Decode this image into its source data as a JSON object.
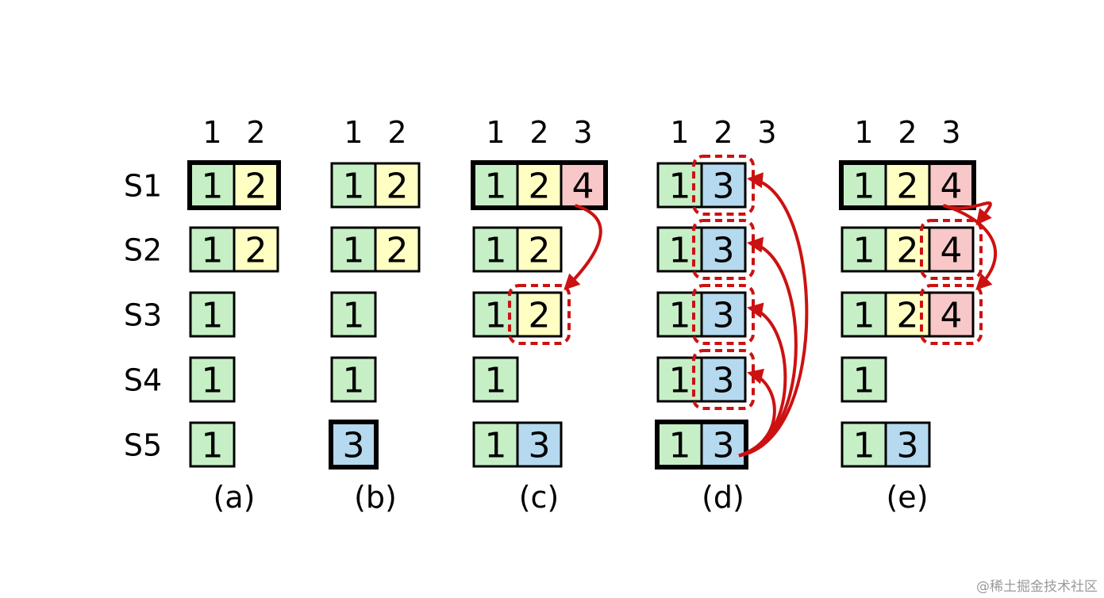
{
  "servers": [
    "S1",
    "S2",
    "S3",
    "S4",
    "S5"
  ],
  "colors": {
    "1": "#c6efc6",
    "2": "#ffffc4",
    "3": "#b5d9ef",
    "4": "#f8c8c8",
    "arrow": "#cc1111",
    "outline": "#000000"
  },
  "panels": [
    {
      "caption": "(a)",
      "indices": [
        "1",
        "2"
      ],
      "logs": [
        [
          "1",
          "2"
        ],
        [
          "1",
          "2"
        ],
        [
          "1"
        ],
        [
          "1"
        ],
        [
          "1"
        ]
      ],
      "leader": 0,
      "highlights": [],
      "arrows": []
    },
    {
      "caption": "(b)",
      "indices": [
        "1",
        "2"
      ],
      "logs": [
        [
          "1",
          "2"
        ],
        [
          "1",
          "2"
        ],
        [
          "1"
        ],
        [
          "1"
        ],
        [
          "3"
        ]
      ],
      "leader": 4,
      "highlights": [],
      "arrows": []
    },
    {
      "caption": "(c)",
      "indices": [
        "1",
        "2",
        "3"
      ],
      "logs": [
        [
          "1",
          "2",
          "4"
        ],
        [
          "1",
          "2"
        ],
        [
          "1",
          "2"
        ],
        [
          "1"
        ],
        [
          "1",
          "3"
        ]
      ],
      "leader": 0,
      "highlights": [
        {
          "server": 2,
          "entry": 1
        }
      ],
      "arrows": [
        {
          "from": 0,
          "to": 2
        }
      ]
    },
    {
      "caption": "(d)",
      "indices": [
        "1",
        "2",
        "3"
      ],
      "logs": [
        [
          "1",
          "3"
        ],
        [
          "1",
          "3"
        ],
        [
          "1",
          "3"
        ],
        [
          "1",
          "3"
        ],
        [
          "1",
          "3"
        ]
      ],
      "leader": 4,
      "highlights": [
        {
          "server": 0,
          "entry": 1
        },
        {
          "server": 1,
          "entry": 1
        },
        {
          "server": 2,
          "entry": 1
        },
        {
          "server": 3,
          "entry": 1
        }
      ],
      "arrows": [
        {
          "from": 4,
          "to": 0
        },
        {
          "from": 4,
          "to": 1
        },
        {
          "from": 4,
          "to": 2
        },
        {
          "from": 4,
          "to": 3
        }
      ]
    },
    {
      "caption": "(e)",
      "indices": [
        "1",
        "2",
        "3"
      ],
      "logs": [
        [
          "1",
          "2",
          "4"
        ],
        [
          "1",
          "2",
          "4"
        ],
        [
          "1",
          "2",
          "4"
        ],
        [
          "1"
        ],
        [
          "1",
          "3"
        ]
      ],
      "leader": 0,
      "highlights": [
        {
          "server": 1,
          "entry": 2
        },
        {
          "server": 2,
          "entry": 2
        }
      ],
      "arrows": [
        {
          "from": 0,
          "to": 1
        },
        {
          "from": 0,
          "to": 2
        }
      ]
    }
  ],
  "watermark": "@稀土掘金技术社区"
}
